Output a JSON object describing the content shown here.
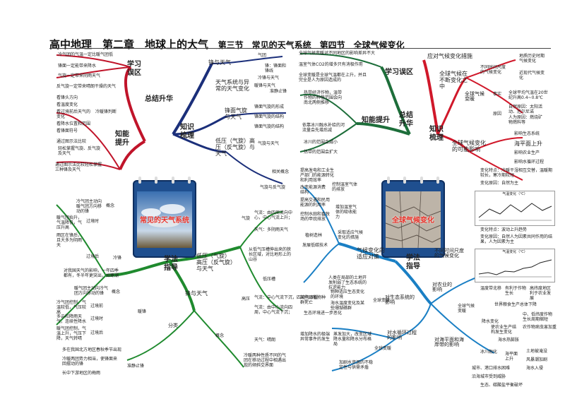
{
  "page": {
    "title": "高中地理　第二章　地球上的大气",
    "subtitle": "第三节　常见的天气系统　第四节　全球气候变化"
  },
  "colors": {
    "left_red": "#c0142a",
    "left_navy": "#1b2f7a",
    "left_green": "#1f8a2e",
    "right_blue": "#1a7fc4",
    "right_red": "#d0182a",
    "center_green": "#1d6e3a"
  },
  "left": {
    "card_title": "常见的天气系统",
    "summary": "总结升华",
    "review": "学习误区",
    "review_items": [
      "冷气团的气温一定比暖气团低",
      "锋面一定能带来降水",
      "气旋一定带来阴雨天气",
      "反气旋一定带来晴朗干燥的天气"
    ],
    "enhance": "知能提升",
    "enhance_cold": "冷暖锋判断",
    "enhance_cold_items": [
      "看锋头方向",
      "看温度变化",
      "看过境前后天气的变化",
      "看降水位置和范围",
      "看锋面符号"
    ],
    "enhance_more": [
      "通过图示法比较",
      "轻松掌握气旋、反气旋及天气",
      "通过图示法比较轻松掌握三种锋及天气"
    ],
    "knowledge": "知识梳理",
    "k1": "锋与天气",
    "k1_items": [
      "气团",
      "锋：锋面和锋线",
      "冷锋与天气",
      "暖锋与天气",
      "准静止锋"
    ],
    "k2": "天气系统与异常的天气变化",
    "k3": "锋面气旋与天气",
    "k3_items": [
      "锋面气旋的形成",
      "锋面气旋的结构",
      "锋面气旋的结构"
    ],
    "k4": "低压（气旋）高压（反气旋）与天气",
    "k4_items": [
      "气旋与天气",
      "相关概念",
      "气旋与反气旋"
    ],
    "method": "学法指导",
    "m_front": "锋与天气",
    "m_low": "低压（气旋）高压（反气旋）与天气",
    "m_concept": "概念",
    "m_concept_items": [
      "冷气团主动向暖气团方向移动的锋"
    ],
    "m_cold": "冷锋",
    "m_cold_items": [
      "暖气团抬升，气温降低，气压升高",
      "过境时",
      "雨区在锋后，且大多为阴雨天",
      "过境后",
      "对我国天气的影响，一年四季都有，冬半年更突出，如寒潮"
    ],
    "m_warm": "暖锋",
    "m_warm_items": [
      "概念",
      "暖气团主动向冷气团方向移动的锋",
      "冷气团控制，气温较低，气压较高",
      "过境前",
      "多云和降雨天气，连续性降水",
      "过境时",
      "暖气团控制，气温上升，气压下降，天气转晴",
      "过境后",
      "多在我国北方地区春秋季节出现"
    ],
    "m_static": "准静止锋",
    "m_static_items": [
      "冷暖两团势力相当，使锋面来回摆动的锋",
      "长中下游地区的梅雨"
    ],
    "m_class": "分类",
    "m_qx": "气旋",
    "m_qx_items": [
      "气流：由四周流向中心，中心气流上升；",
      "天气：多阴雨天气"
    ],
    "m_fqx": "反气旋",
    "m_fqx_items": [
      "从低气压槽伸出来的狭长区域，对比地形上的山谷",
      "低压槽"
    ],
    "m_gy": "高压",
    "m_gy_items": [
      "气流：中心气流下沉，四周气压低",
      "气流：由中心流向四周，中心气流下沉；",
      "天气：晴朗"
    ],
    "m_concept2": "概念",
    "m_concept2_items": [
      "冷暖两种性质不同的气团在移动过程中相遇出现的倾斜交界面"
    ]
  },
  "right": {
    "card_title": "全球气候变化",
    "review": "学习误区",
    "review_items": [
      "全球气候变暖对不同地区的影响差异不大",
      "温室气体CO2的增多只有消极作用",
      "全球变暖是全球气温都在上升，并且完全是人为原因造成的"
    ],
    "summary": "总结升华",
    "enhance": "知能提升",
    "enhance_items": [
      "热带经济作物，温带作物的种植范围会向南北两侧推移",
      "依靠冰川融水补给的河流量会先增后减",
      "冰川的范围会减小",
      "热带的范围会扩大"
    ],
    "knowledge": "知识梳理",
    "k1": "应对气候变化措施",
    "k2": "全球气候在不断变化之中",
    "k2_items": [
      "不同时间尺度的气候变化",
      "地质历史时期气候变化",
      "近现代气候变化"
    ],
    "k3": "全球气候变暖",
    "k3_items": [
      "事实",
      "全球平均气温在20世纪升高0.4~0.8℃",
      "原因",
      "自然原因：太阳活动、厄尔尼诺",
      "人为原因：燃烧矿物燃料等"
    ],
    "k4": "全球气候变化的可能影响",
    "k4_items": [
      "影响生态系统",
      "海平面上升",
      "影响农业生产",
      "影响水循环过程"
    ],
    "chart1_labels": [
      "变化特点：冷暖干湿相互交替，温暖期较长，寒冷期较短",
      "变化原因：自然为主"
    ],
    "chart1_title": "气温变化（℃）",
    "chart2_labels": [
      "变化特点：波动上升趋势",
      "变化原因：自然人为因素共同作用的结果，人为因素为主"
    ],
    "chart2_title": "气温变化（℃）",
    "method": "学法指导",
    "m1": "控制温室气体的排放",
    "m1_items": [
      "提高发电和工业生产部门的能源转化和利用效率",
      "改变能源消费结构",
      "提高交通和民用能源的利用率"
    ],
    "m2": "增加温室气体的吸收能力",
    "m2_items": [
      "控制水田和畜牧场的甲烷排放",
      "植树造林"
    ],
    "m3": "采取适应气候变化的措施",
    "m3_items": [
      "发展低碳技术"
    ],
    "m4": "气候变化的适应对策",
    "m5": "不同时间尺度的气候变化",
    "m6": "对农业的影响",
    "m6_items": [
      "全球气候变暖",
      "温度带北移",
      "有利于作物生长",
      "高纬度地区利于农业发展",
      "世界粮食生产总体下降",
      "中、低纬度作物生长周期缩短",
      "降水变化",
      "使农业生产结构发生变化",
      "农作物病虫害加重"
    ],
    "m7": "对生态系统的影响",
    "m7_items": [
      "人类在局部的土地开发削弱了生态系统的抗逆能力",
      "物种适应生态变化的环境",
      "海水温度变化及某些珊瑚礁群",
      "某些动植物种群死亡",
      "生态环境进一步恶化",
      "全球变暖"
    ],
    "m8": "对水循环过程的影响",
    "m8_items": [
      "蒸发加大，改变区域降水量和降水分布格局",
      "增加降水的极端异常事件的发生",
      "加剧水资源的不稳定性与供需矛盾",
      "全球变暖"
    ],
    "m9": "对海平面和海岸带的影响",
    "m9_items": [
      "海水热膨胀",
      "冰川融化",
      "海平面上升",
      "土地被淹没",
      "风暴潮加剧",
      "海水入侵",
      "城市、港口排水困难",
      "沿海城市受到威胁",
      "生态、碳酸盐平衡破坏"
    ]
  }
}
